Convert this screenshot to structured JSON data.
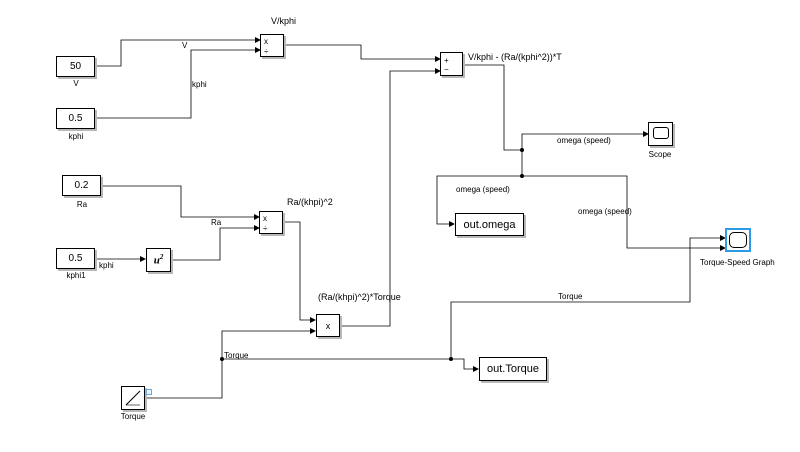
{
  "diagram": {
    "blocks": {
      "V": {
        "value": "50",
        "name": "V"
      },
      "kphi": {
        "value": "0.5",
        "name": "kphi"
      },
      "Ra": {
        "value": "0.2",
        "name": "Ra"
      },
      "kphi1": {
        "value": "0.5",
        "name": "kphi1"
      },
      "square": {
        "symbol": "u",
        "exp": "2"
      },
      "divide1": {
        "port1": "x",
        "port2": "÷",
        "title": "V/kphi"
      },
      "divide2": {
        "port1": "x",
        "port2": "÷",
        "title": "Ra/(khpi)^2"
      },
      "sum": {
        "port1": "+",
        "port2": "−",
        "title": "V/kphi - (Ra/(kphi^2))*T"
      },
      "product": {
        "symbol": "x",
        "title": "(Ra/(khpi)^2)*Torque"
      },
      "scope": {
        "name": "Scope"
      },
      "out_omega": {
        "label": "out.omega"
      },
      "out_torque": {
        "label": "out.Torque"
      },
      "tsg": {
        "name": "Torque-Speed Graph"
      },
      "ramp": {
        "name": "Torque"
      }
    },
    "signals": {
      "V": "V",
      "kphi": "kphi",
      "Ra": "Ra",
      "kphi1": "kphi",
      "omega_top": "omega (speed)",
      "omega_left": "omega (speed)",
      "omega_right": "omega (speed)",
      "torque_top": "Torque",
      "torque_left": "Torque"
    }
  }
}
